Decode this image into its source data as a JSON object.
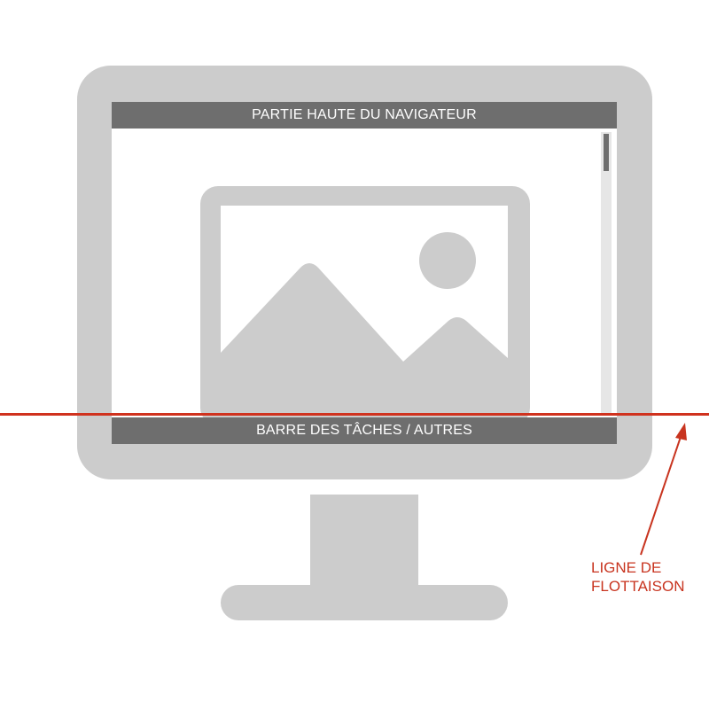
{
  "browser_top_bar": {
    "label": "PARTIE HAUTE DU NAVIGATEUR"
  },
  "taskbar": {
    "label": "BARRE DES TÂCHES / AUTRES"
  },
  "fold": {
    "label_line1": "LIGNE DE",
    "label_line2": "FLOTTAISON",
    "color": "#d0321e"
  },
  "colors": {
    "monitor": "#cccccc",
    "bars": "#6e6e6e",
    "placeholder": "#cccccc",
    "background": "#ffffff"
  },
  "icons": [
    "image-placeholder-icon",
    "scrollbar",
    "arrow"
  ]
}
